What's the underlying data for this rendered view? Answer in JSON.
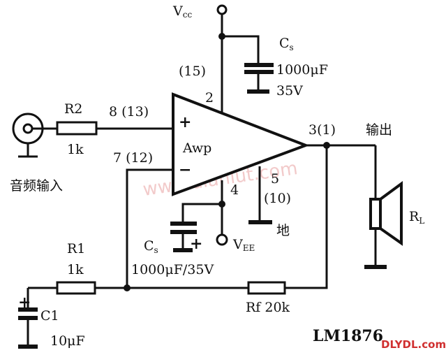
{
  "vcc": {
    "main": "V",
    "sub": "cc"
  },
  "vee": {
    "main": "V",
    "sub": "EE"
  },
  "cs_top": {
    "name": "C",
    "sub": "s",
    "value": "1000μF",
    "voltage": "35V"
  },
  "cs_bottom": {
    "name": "C",
    "sub": "s",
    "rating": "1000μF/35V"
  },
  "pins": {
    "p15": "(15)",
    "p2": "2",
    "p8": "8 (13)",
    "p7": "7 (12)",
    "p3": "3(1)",
    "p4": "4",
    "p5": "5",
    "p10": "(10)"
  },
  "amp": {
    "label": "Awp",
    "plus": "+",
    "minus": "−"
  },
  "r2": {
    "name": "R2",
    "value": "1k"
  },
  "r1": {
    "name": "R1",
    "value": "1k"
  },
  "c1": {
    "name": "C1",
    "value": "10μF"
  },
  "rf": {
    "label": "Rf 20k"
  },
  "rl": {
    "main": "R",
    "sub": "L"
  },
  "input_label": "音频输入",
  "output_label": "输出",
  "ground_label": "地",
  "chip": "LM1876",
  "watermark": "www.dianlut.com",
  "brand": "DLYDL.com"
}
